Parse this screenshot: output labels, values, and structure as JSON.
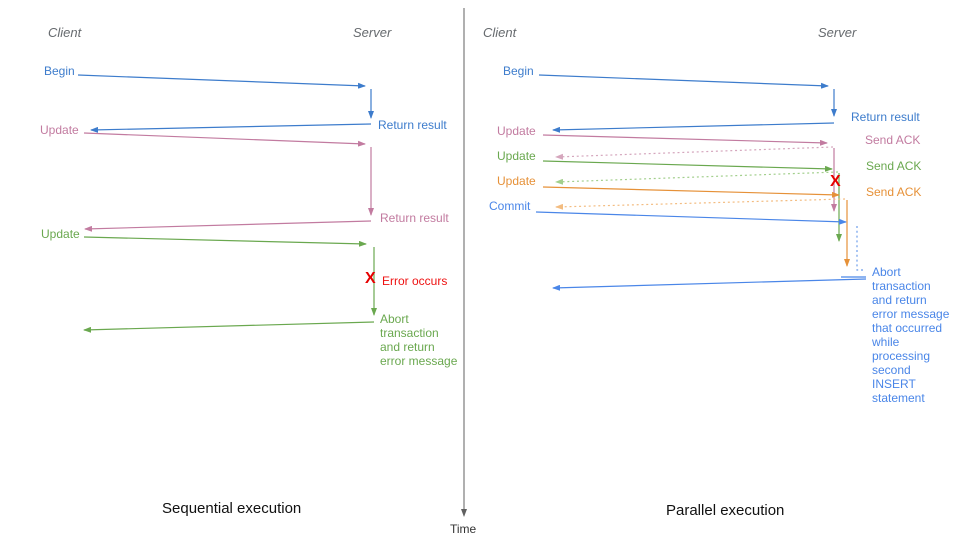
{
  "titles": {
    "sequential_caption": "Sequential execution",
    "parallel_caption": "Parallel execution",
    "time_axis_label": "Time"
  },
  "sequential": {
    "client_header": "Client",
    "server_header": "Server",
    "begin": "Begin",
    "return_result_blue": "Return result",
    "update_pink": "Update",
    "return_result_pink": "Return result",
    "update_green": "Update",
    "error_x": "X",
    "error_occurs": "Error occurs",
    "abort_text": "Abort\ntransaction\nand return\nerror message"
  },
  "parallel": {
    "client_header": "Client",
    "server_header": "Server",
    "begin": "Begin",
    "return_result": "Return result",
    "update_pink": "Update",
    "send_ack_pink": "Send ACK",
    "update_green": "Update",
    "send_ack_green": "Send ACK",
    "update_orange": "Update",
    "send_ack_orange": "Send ACK",
    "commit": "Commit",
    "error_x": "X",
    "abort_text": "Abort\ntransaction\nand return\nerror message\nthat occurred\nwhile\nprocessing\nsecond\nINSERT\nstatement"
  },
  "colors": {
    "blue": "#3d7ccc",
    "commit_blue": "#4a86e8",
    "pink": "#c27ba0",
    "pink_light": "#d5a6bd",
    "green": "#6aa84f",
    "green_light": "#a2cf8c",
    "orange": "#e69138",
    "orange_light": "#f3bc80",
    "blue_light": "#6d9eeb",
    "red": "#e60000",
    "axis_gray": "#606060",
    "header_gray": "#666a6e"
  }
}
